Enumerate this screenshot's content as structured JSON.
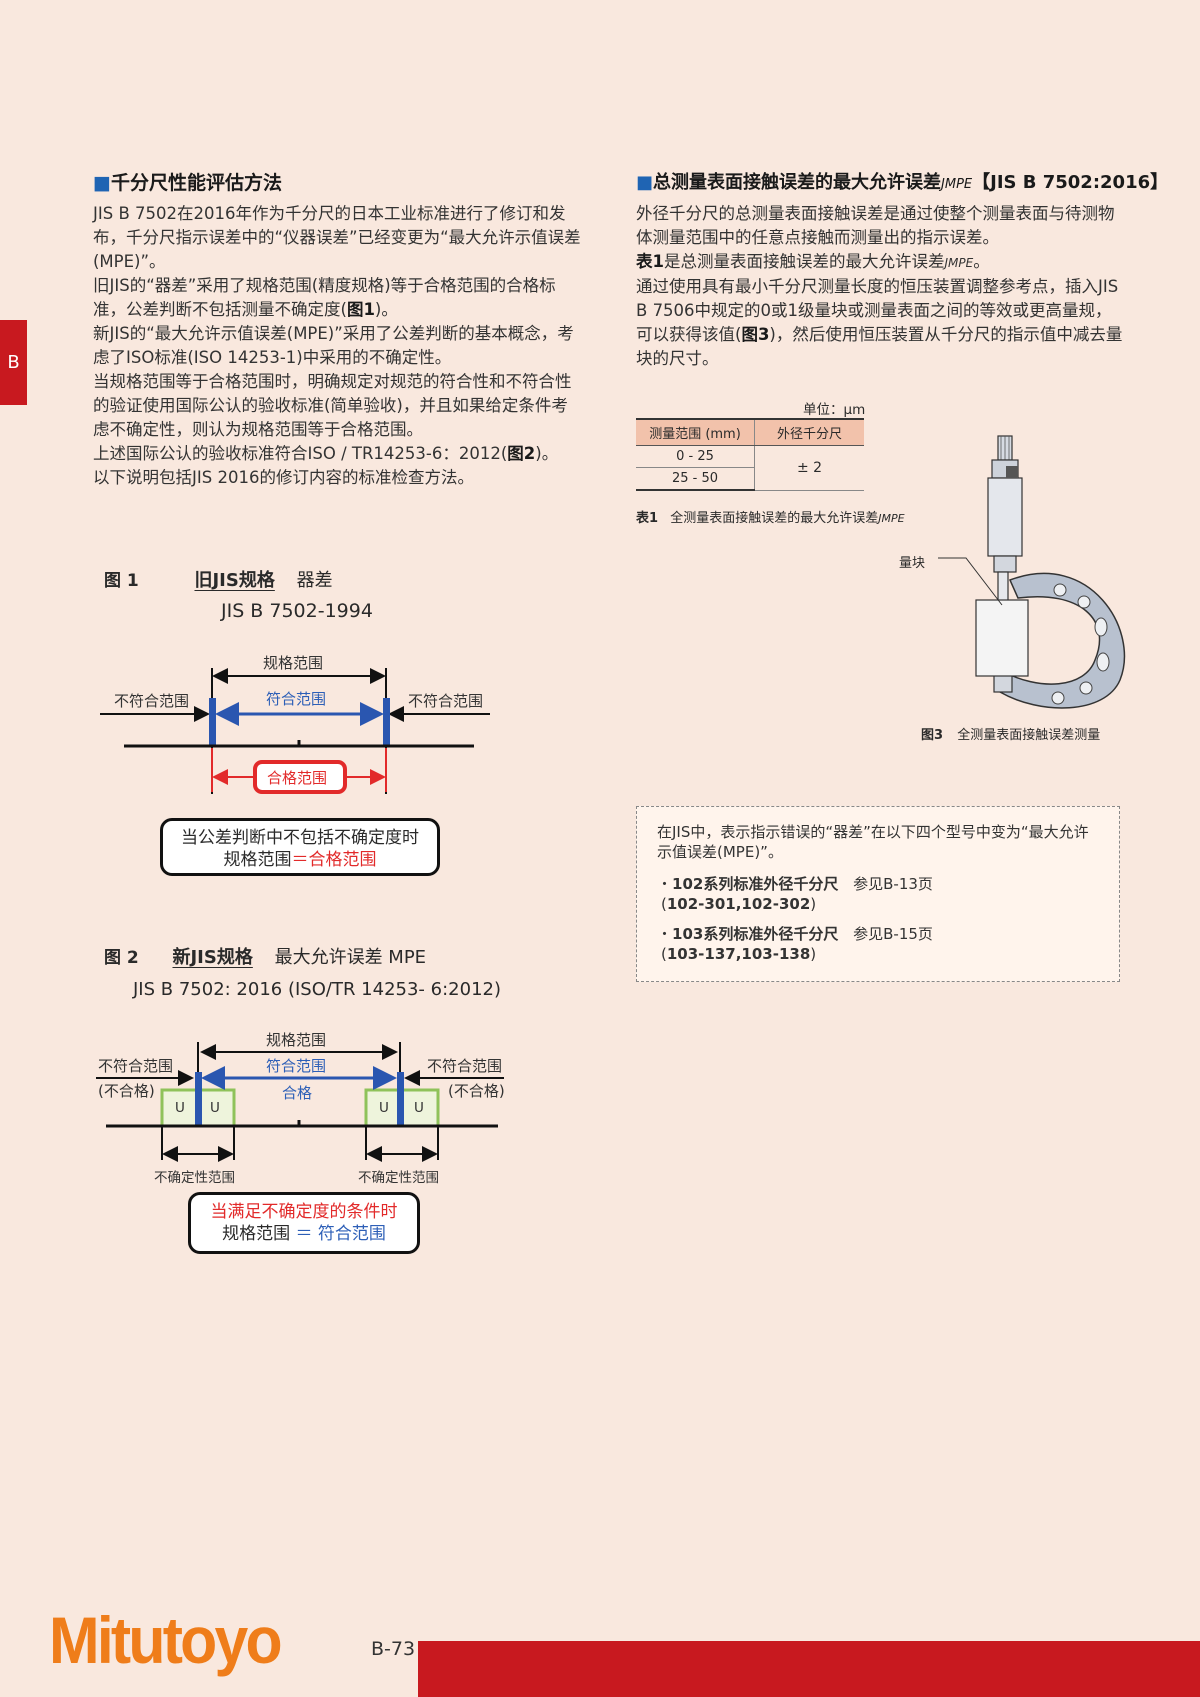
{
  "side_tab": "B",
  "left": {
    "heading_square": "■",
    "heading": "千分尺性能评估方法",
    "paragraphs": [
      {
        "pre": "JIS B 7502在2016年作为千分尺的日本工业标准进行了修订和发布，千分尺指示误差中的“仪器误差”已经变更为“最大允许示值误差(MPE)”。",
        "bold": "",
        "post": ""
      },
      {
        "pre": "旧JIS的“器差”采用了规格范围(精度规格)等于合格范围的合格标准，公差判断不包括测量不确定度(",
        "bold": "图1",
        "post": ")。"
      },
      {
        "pre": "新JIS的“最大允许示值误差(MPE)”采用了公差判断的基本概念，考虑了ISO标准(ISO 14253-1)中采用的不确定性。",
        "bold": "",
        "post": ""
      },
      {
        "pre": "当规格范围等于合格范围时，明确规定对规范的符合性和不符合性的验证使用国际公认的验收标准(简单验收)，并且如果给定条件考虑不确定性，则认为规格范围等于合格范围。",
        "bold": "",
        "post": ""
      },
      {
        "pre": "上述国际公认的验收标准符合ISO / TR14253-6：2012(",
        "bold": "图2",
        "post": ")。"
      },
      {
        "pre": "以下说明包括JIS 2016的修订内容的标准检查方法。",
        "bold": "",
        "post": ""
      }
    ]
  },
  "fig1": {
    "no": "图 1",
    "std": "旧JIS规格",
    "term": "器差",
    "code": "JIS B 7502-1994",
    "spec_range": "规格范围",
    "nonconform_left": "不符合范围",
    "nonconform_right": "不符合范围",
    "conform": "符合范围",
    "pass": "合格范围",
    "note_line1": "当公差判断中不包括不确定度时",
    "note_line2_a": "规格范围",
    "note_line2_b": "＝合格范围"
  },
  "fig2": {
    "no": "图 2",
    "std": "新JIS规格",
    "term": "最大允许误差 MPE",
    "code": "JIS B 7502: 2016 (ISO/TR 14253- 6:2012)",
    "spec_range": "规格范围",
    "nonconform_left": "不符合范围",
    "nonconform_left_sub": "(不合格)",
    "nonconform_right": "不符合范围",
    "nonconform_right_sub": "(不合格)",
    "conform": "符合范围",
    "pass": "合格",
    "u": "U",
    "uncert": "不确定性范围",
    "note_line1": "当满足不确定度的条件时",
    "note_line2_a": "规格范围",
    "note_line2_b": "＝ 符合范围"
  },
  "right": {
    "heading_square": "■",
    "heading": "总测量表面接触误差的最大允许误差",
    "heading_sym": "JMPE",
    "heading_tail": "【JIS B 7502:2016】",
    "p1": "外径千分尺的总测量表面接触误差是通过使整个测量表面与待测物体测量范围中的任意点接触而测量出的指示误差。",
    "p2_bold": "表1",
    "p2": "是总测量表面接触误差的最大允许误差",
    "p2_sym": "JMPE",
    "p2_end": "。",
    "p3_pre": "通过使用具有最小千分尺测量长度的恒压装置调整参考点，插入JIS B 7506中规定的0或1级量块或测量表面之间的等效或更高量规，可以获得该值(",
    "p3_bold": "图3",
    "p3_post": ")，然后使用恒压装置从千分尺的指示值中减去量块的尺寸。"
  },
  "table1": {
    "unit": "单位：μm",
    "headers": [
      "测量范围 (mm)",
      "外径千分尺"
    ],
    "rows": [
      [
        "0 - 25",
        "± 2"
      ],
      [
        "25 - 50",
        ""
      ]
    ],
    "caption_no": "表1",
    "caption": "全测量表面接触误差的最大允许误差",
    "caption_sym": "JMPE"
  },
  "fig3": {
    "gauge_label": "量块",
    "caption_no": "图3",
    "caption": "全测量表面接触误差测量"
  },
  "note_box": {
    "intro": "在JIS中，表示指示错误的“器差”在以下四个型号中变为“最大允许示值误差(MPE)”。",
    "items": [
      {
        "bullet": "・",
        "title": "102系列标准外径千分尺",
        "ref": "参见B-13页",
        "models": "102-301,102-302"
      },
      {
        "bullet": "・",
        "title": "103系列标准外径千分尺",
        "ref": "参见B-15页",
        "models": "103-137,103-138"
      }
    ]
  },
  "footer": {
    "logo": "Mitutoyo",
    "page": "B-73"
  },
  "colors": {
    "background": "#f9e8de",
    "brand_red": "#c8191f",
    "logo_orange": "#ef7d1a",
    "blue": "#1f64b3",
    "red": "#e22a2a",
    "u_box": "#8fc25a"
  }
}
